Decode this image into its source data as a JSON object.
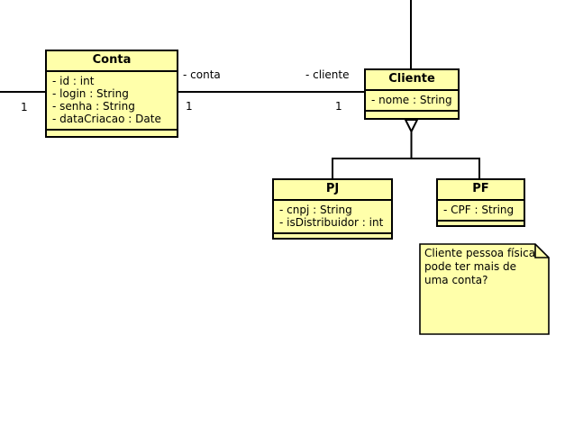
{
  "diagram": {
    "type": "uml-class-diagram",
    "background": "#ffffff",
    "class_fill": "#ffffaa",
    "line_color": "#000000",
    "classes": [
      {
        "id": "conta",
        "name": "Conta",
        "attributes": [
          "- id : int",
          "- login : String",
          "- senha : String",
          "- dataCriacao : Date"
        ],
        "operations": []
      },
      {
        "id": "cliente",
        "name": "Cliente",
        "attributes": [
          "- nome : String"
        ],
        "operations": []
      },
      {
        "id": "pj",
        "name": "PJ",
        "attributes": [
          "- cnpj : String",
          "- isDistribuidor : int"
        ],
        "operations": []
      },
      {
        "id": "pf",
        "name": "PF",
        "attributes": [
          "- CPF : String"
        ],
        "operations": []
      }
    ],
    "associations": [
      {
        "id": "conta-cliente",
        "source": "conta",
        "target": "cliente",
        "source_role": "- conta",
        "target_role": "- cliente",
        "source_multiplicity": "1",
        "target_multiplicity": "1"
      }
    ],
    "open_edges": [
      {
        "id": "conta-left",
        "multiplicity": "1"
      }
    ],
    "generalizations": [
      {
        "parent": "cliente",
        "child": "pj"
      },
      {
        "parent": "cliente",
        "child": "pf"
      }
    ],
    "notes": [
      {
        "id": "note-cliente-pf",
        "text": "Cliente pessoa física pode ter mais de uma conta?"
      }
    ]
  }
}
